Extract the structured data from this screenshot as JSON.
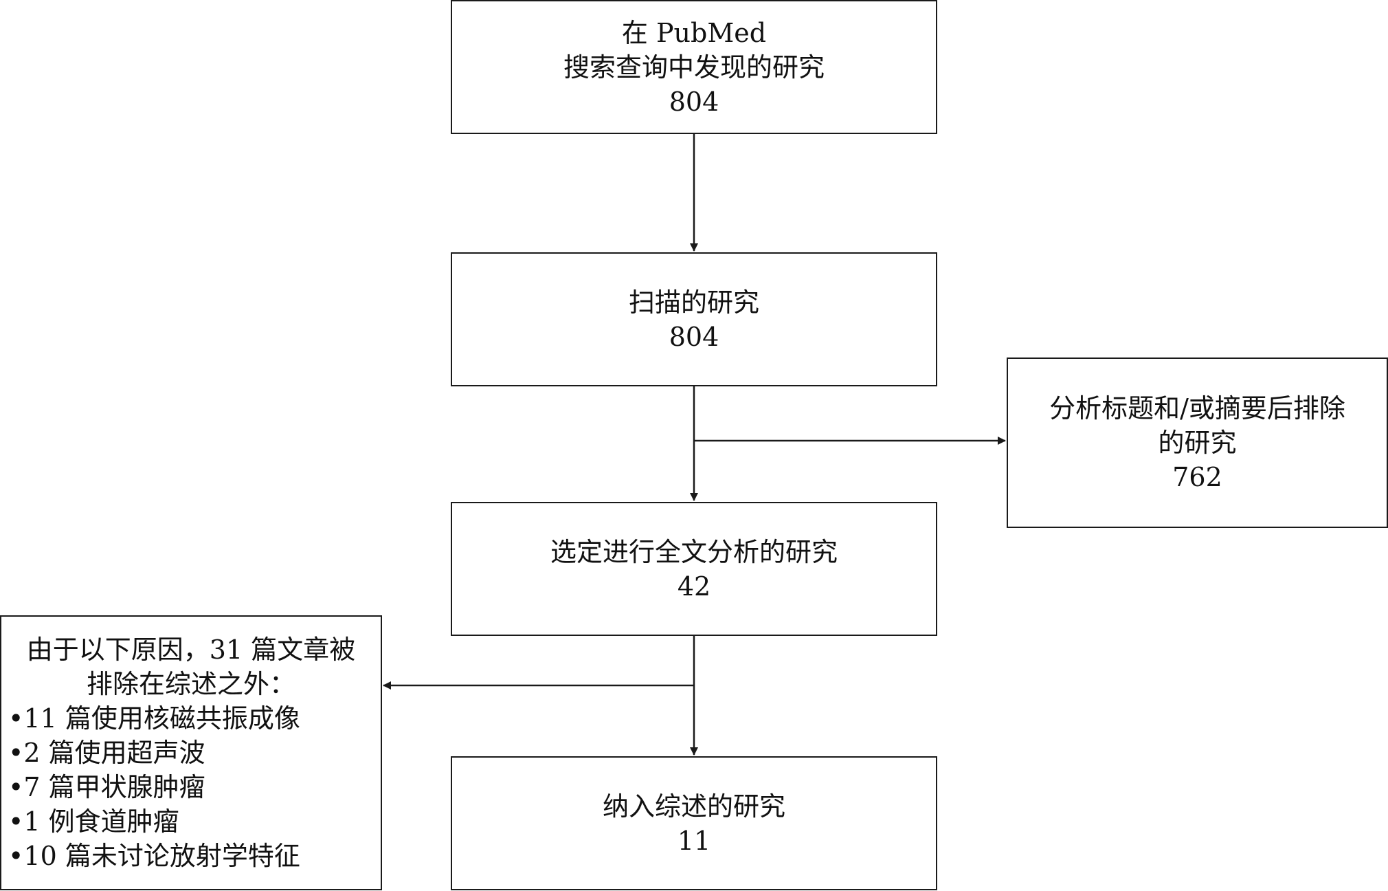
{
  "search": {
    "line1": "在 PubMed",
    "line2": "搜索查询中发现的研究",
    "count": "804"
  },
  "screened": {
    "line1": "扫描的研究",
    "count": "804"
  },
  "excluded_abstract": {
    "line1": "分析标题和/或摘要后排除",
    "line2": "的研究",
    "count": "762"
  },
  "fulltext": {
    "line1": "选定进行全文分析的研究",
    "count": "42"
  },
  "excluded_fulltext": {
    "line1": "由于以下原因，31 篇文章被",
    "line2": "排除在综述之外：",
    "reasons": [
      "11 篇使用核磁共振成像",
      "2 篇使用超声波",
      "7 篇甲状腺肿瘤",
      "1 例食道肿瘤",
      "10 篇未讨论放射学特征"
    ]
  },
  "included": {
    "line1": "纳入综述的研究",
    "count": "11"
  }
}
